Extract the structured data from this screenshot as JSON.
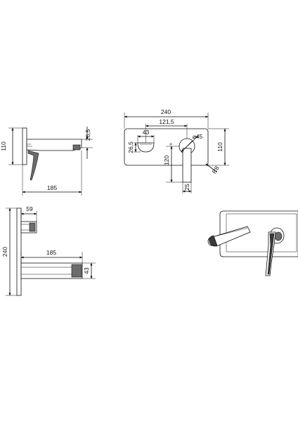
{
  "colors": {
    "line": "#111111",
    "shade": "#6c6c6c",
    "background": "#ffffff"
  },
  "views": {
    "side": {
      "height_label": "110",
      "spout_label": "26,5",
      "length_label": "185"
    },
    "front": {
      "width_label": "240",
      "mid_label": "121,5",
      "spout_width_label": "43",
      "spout_height_label": "26,5",
      "handle_dia_label": "⌀45",
      "height_label": "110",
      "lever_len_label": "120",
      "lever_w_label": "25",
      "radius_label": "R8"
    },
    "top": {
      "depth_label": "59",
      "length_label": "185",
      "width_label": "240",
      "thick_label": "43"
    }
  }
}
